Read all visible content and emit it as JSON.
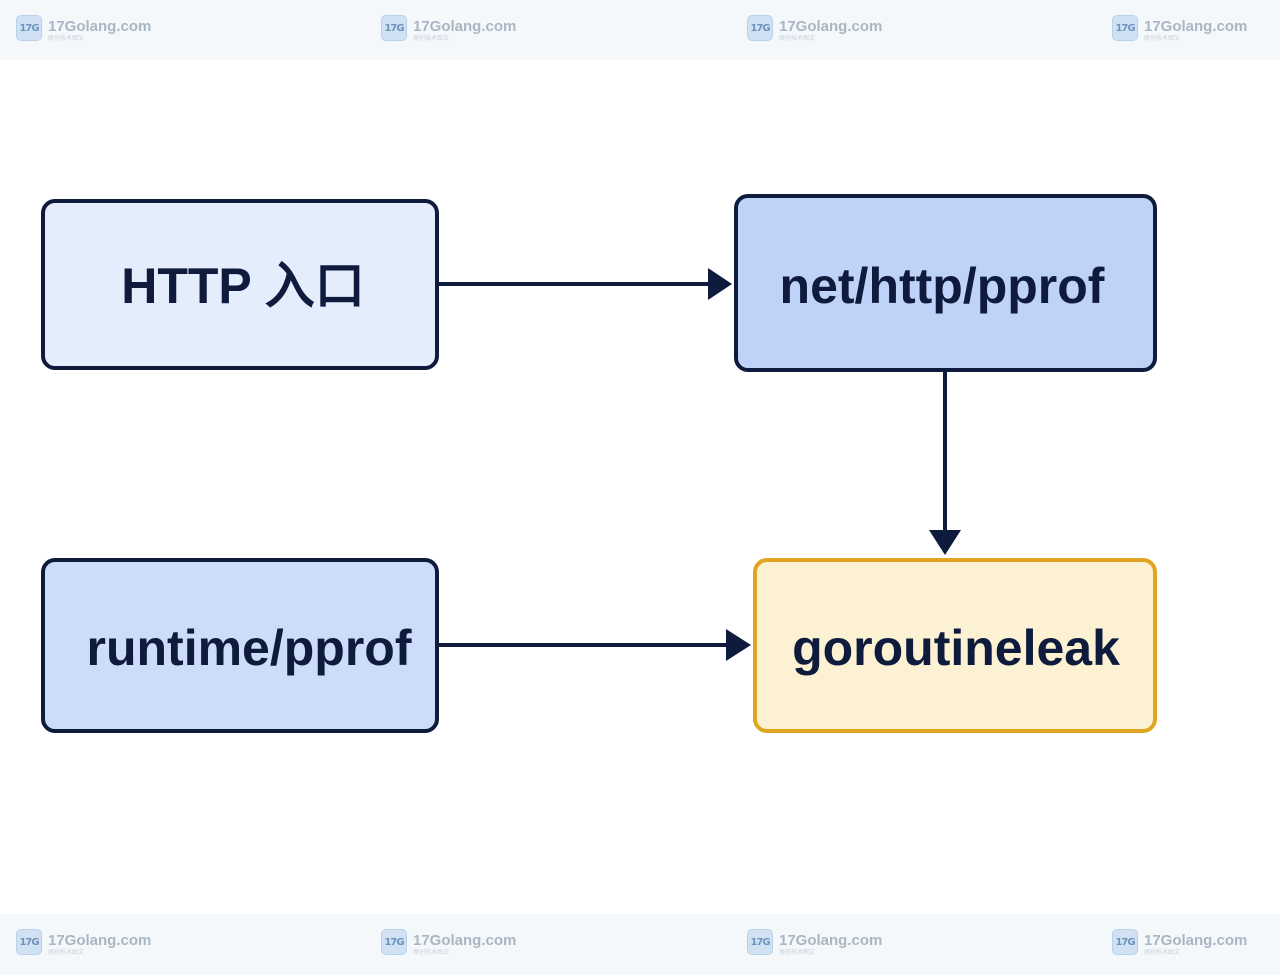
{
  "watermark": {
    "site": "17Golang.com",
    "sub": "原创技术图文",
    "logo_text": "17G"
  },
  "diagram": {
    "nodes": [
      {
        "id": "http-entry",
        "label": "HTTP 入口",
        "fill": "#e3edfc",
        "stroke": "#0e1b3d"
      },
      {
        "id": "net-http-pprof",
        "label": "net/http/pprof",
        "fill": "#bfd3f8",
        "stroke": "#0e1b3d"
      },
      {
        "id": "runtime-pprof",
        "label": "runtime/pprof",
        "fill": "#cddcf9",
        "stroke": "#0e1b3d"
      },
      {
        "id": "goroutineleak",
        "label": "goroutineleak",
        "fill": "#fdf1d3",
        "stroke": "#e0a521"
      }
    ],
    "edges": [
      {
        "from": "http-entry",
        "to": "net-http-pprof"
      },
      {
        "from": "net-http-pprof",
        "to": "goroutineleak"
      },
      {
        "from": "runtime-pprof",
        "to": "goroutineleak"
      }
    ],
    "edge_color": "#0e1b3d"
  }
}
